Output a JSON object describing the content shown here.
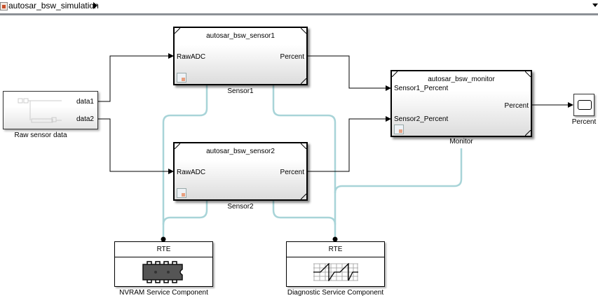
{
  "toolbar": {
    "breadcrumb": "autosar_bsw_simulation",
    "model_icon": "simulink-model-icon",
    "expand_icon": "chevron-right-icon",
    "menu_icon": "chevron-down-icon"
  },
  "blocks": {
    "raw_sensor_data": {
      "label": "Raw sensor data",
      "ports_out": [
        "data1",
        "data2"
      ]
    },
    "sensor1": {
      "title": "autosar_bsw_sensor1",
      "label": "Sensor1",
      "port_in": "RawADC",
      "port_out": "Percent"
    },
    "sensor2": {
      "title": "autosar_bsw_sensor2",
      "label": "Sensor2",
      "port_in": "RawADC",
      "port_out": "Percent"
    },
    "monitor": {
      "title": "autosar_bsw_monitor",
      "label": "Monitor",
      "ports_in": [
        "Sensor1_Percent",
        "Sensor2_Percent"
      ],
      "port_out": "Percent"
    },
    "scope": {
      "label": "Percent"
    },
    "nvram": {
      "title": "RTE",
      "label": "NVRAM Service Component"
    },
    "diagnostic": {
      "title": "RTE",
      "label": "Diagnostic Service Component"
    }
  },
  "colors": {
    "service_wire": "#a8d4d8",
    "signal_wire": "#000000"
  }
}
